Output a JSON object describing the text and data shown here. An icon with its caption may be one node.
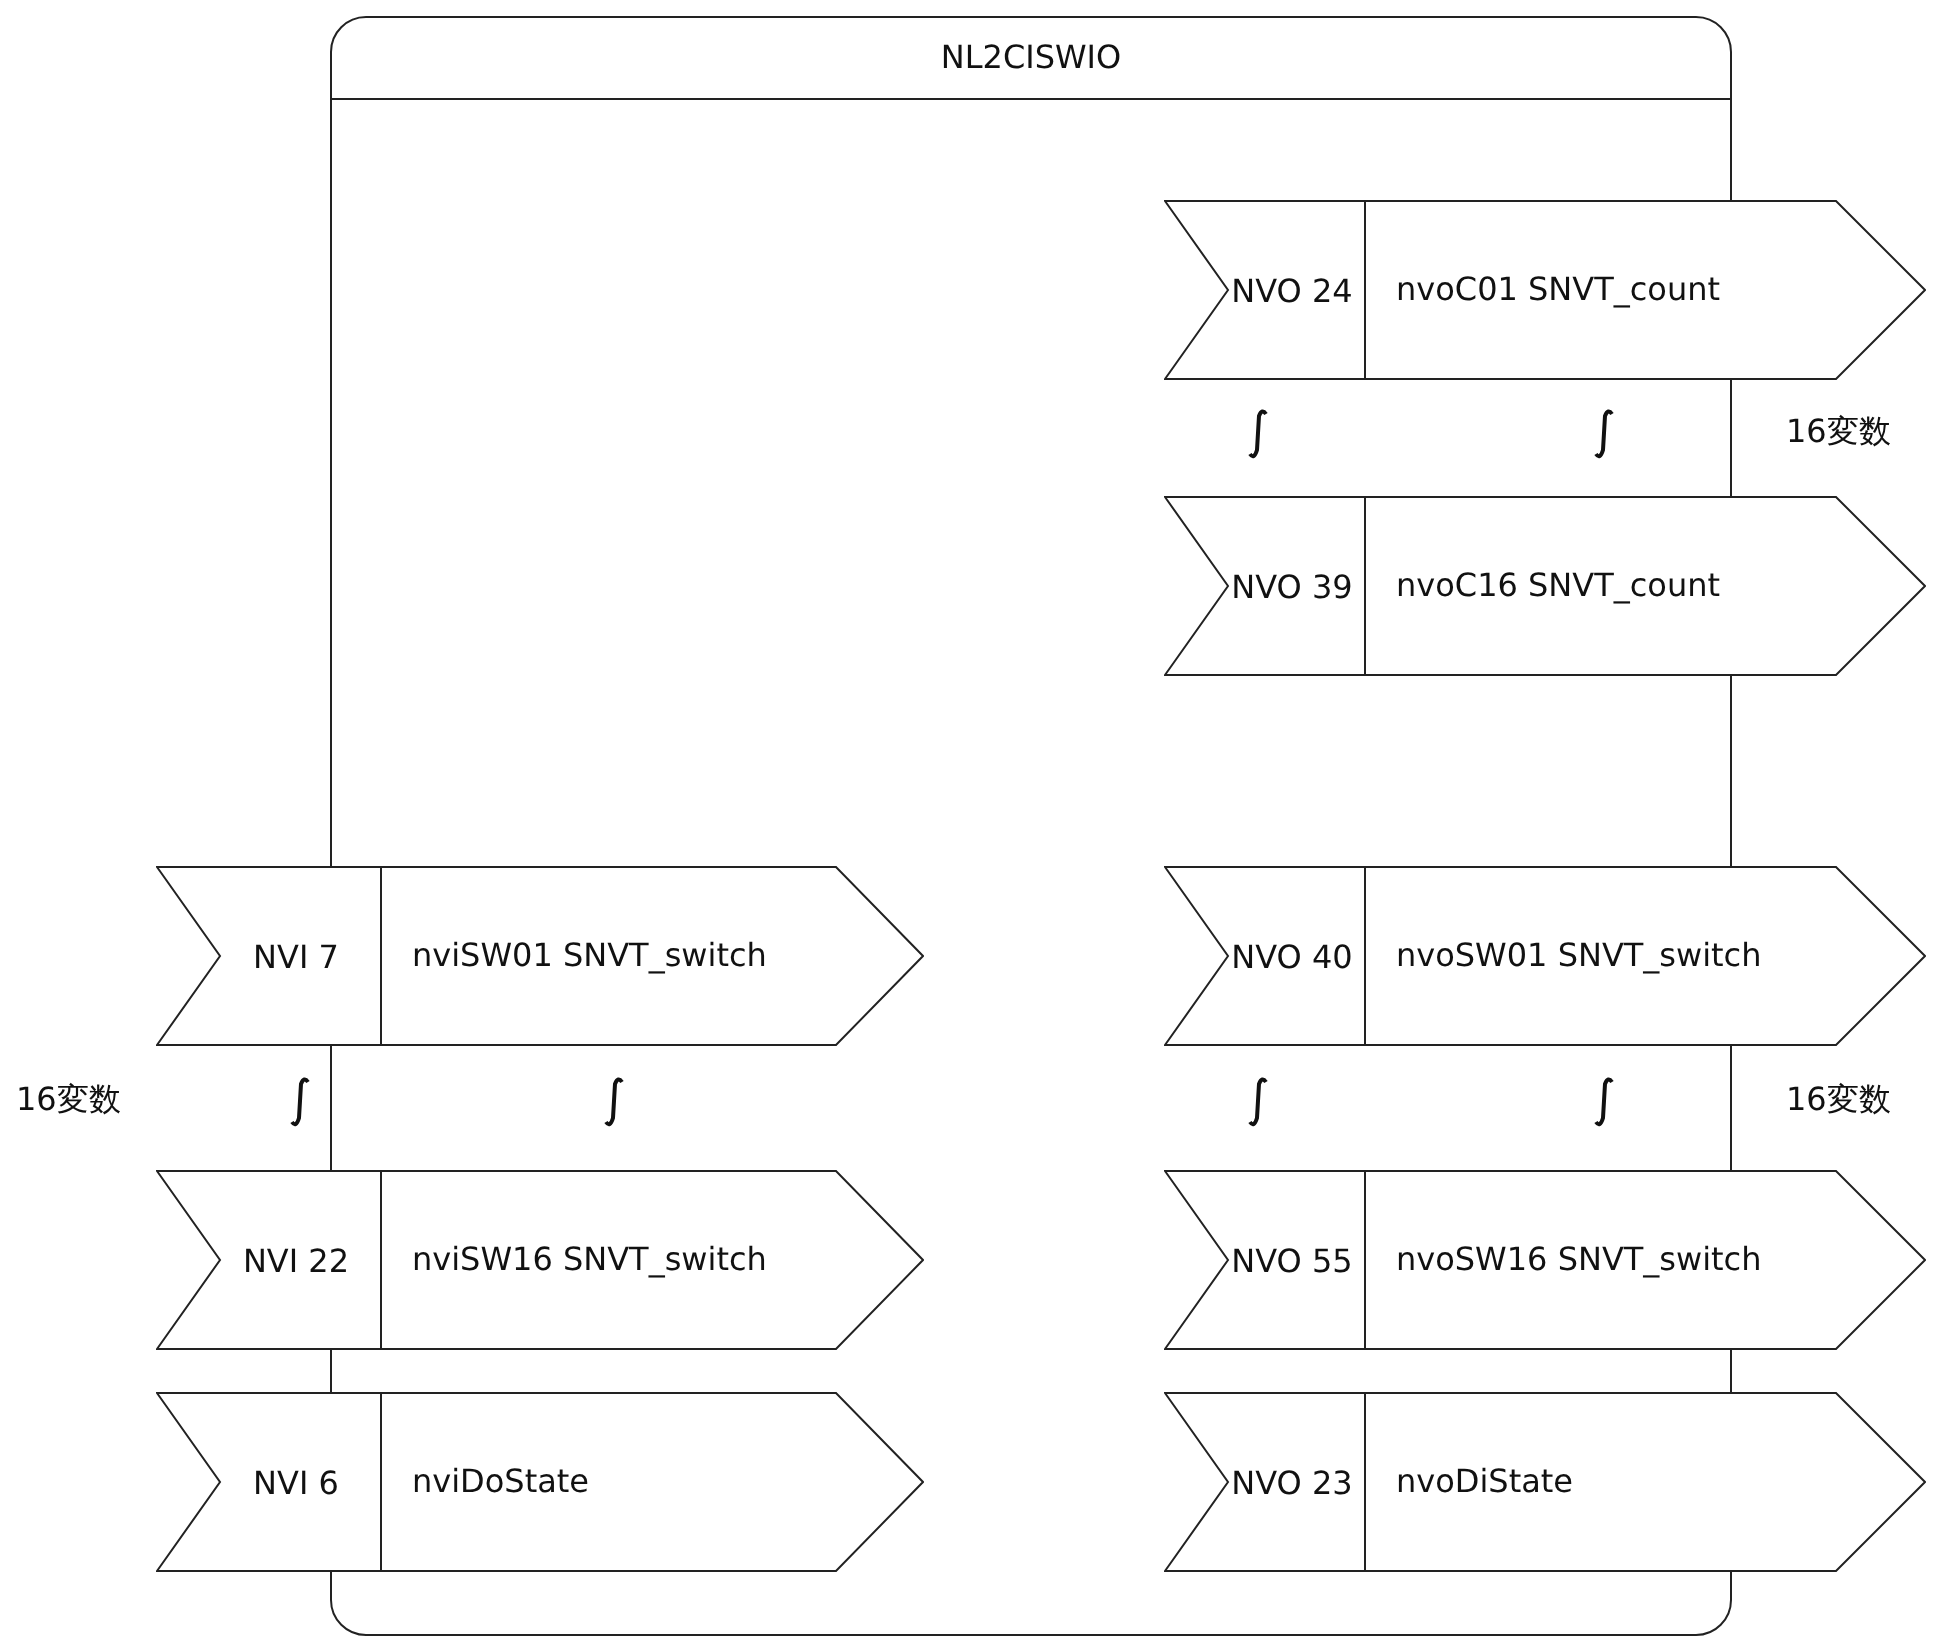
{
  "diagram": {
    "nodes": [
      {
        "text": [
          "NL2CISWIO"
        ]
      },
      {
        "text": [
          "NVO 24",
          "nvoC01 SNVT_count"
        ]
      },
      {
        "text": [
          "NVO 39",
          "nvoC16 SNVT_count"
        ]
      },
      {
        "text": [
          "NVI 7",
          "nviSW01 SNVT_switch"
        ]
      },
      {
        "text": [
          "NVO 40",
          "nvoSW01 SNVT_switch"
        ]
      },
      {
        "text": [
          "NVI 22",
          "nviSW16 SNVT_switch"
        ]
      },
      {
        "text": [
          "NVO 55",
          "nvoSW16 SNVT_switch"
        ]
      },
      {
        "text": [
          "NVI 6",
          "nviDoState"
        ]
      },
      {
        "text": [
          "NVO 23",
          "nvoDiState"
        ]
      }
    ],
    "labels": [
      "16変数",
      "16変数",
      "16変数"
    ]
  }
}
